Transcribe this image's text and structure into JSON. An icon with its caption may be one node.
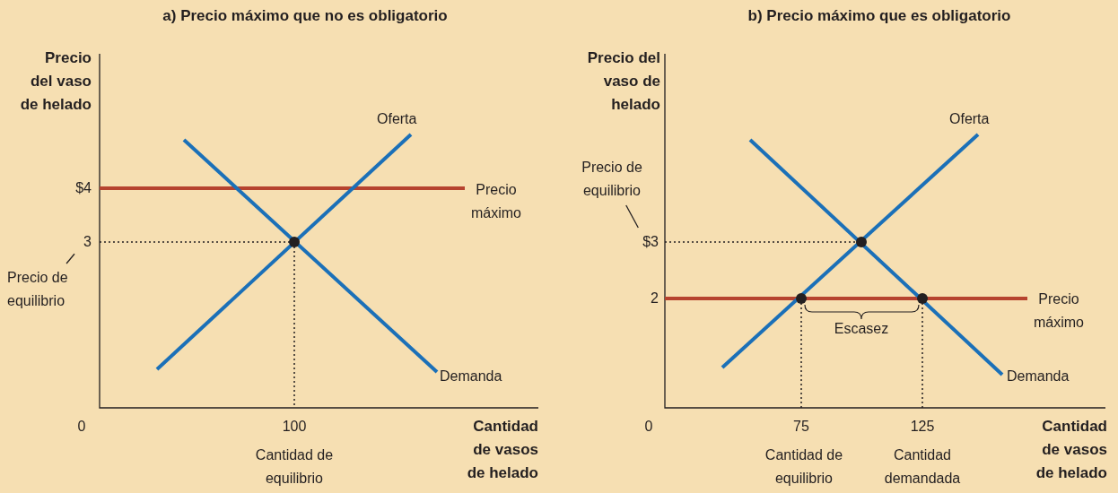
{
  "diagram": {
    "nodes": [
      {
        "text": [
          "Precio de equilibrio"
        ]
      },
      {
        "text": [
          "3"
        ]
      },
      {
        "text": [
          "Precio de equilibrio"
        ]
      },
      {
        "text": [
          "$3"
        ]
      }
    ],
    "edges": [
      {
        "from": 0,
        "to": 1,
        "arrow": "none"
      },
      {
        "from": 2,
        "to": 3,
        "arrow": "none"
      }
    ],
    "labels": [
      "a) Precio máximo que no es obligatorio",
      "b) Precio máximo que es obligatorio",
      "Precio del vaso de helado",
      "Precio del vaso de helado",
      "Oferta",
      "Oferta",
      "$4",
      "Precio máximo",
      "2",
      "Precio máximo",
      "Escasez",
      "Demanda",
      "Demanda",
      "0",
      "100",
      "Cantidad de vasos de helado",
      "0",
      "75",
      "125",
      "Cantidad de vasos de helado",
      "Cantidad de equilibrio",
      "Cantidad de equilibrio",
      "Cantidad demandada"
    ]
  }
}
